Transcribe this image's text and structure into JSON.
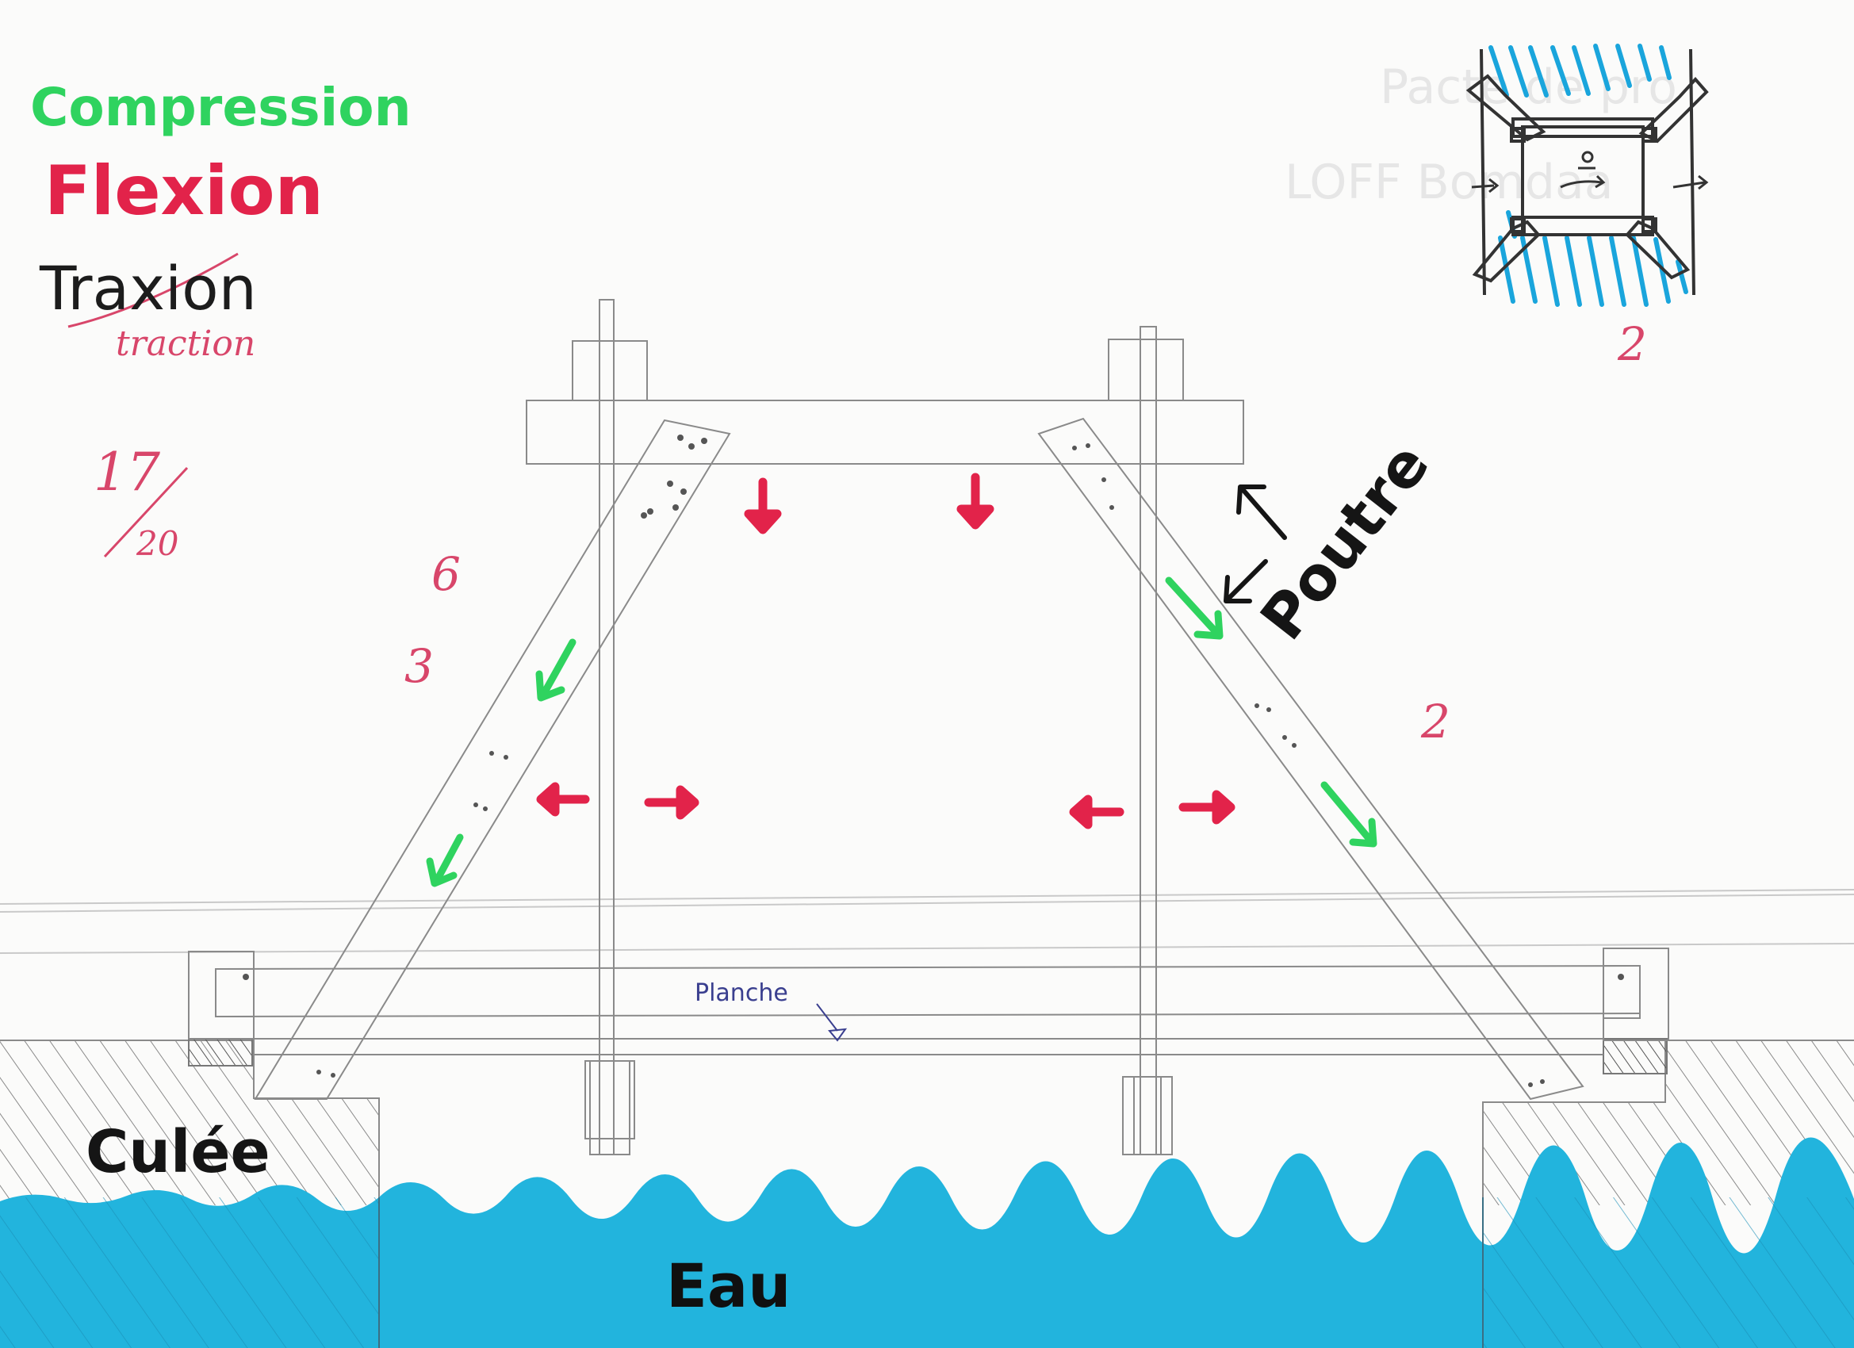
{
  "legend": {
    "compression": "Compression",
    "flexion": "Flexion",
    "traxion": "Traxion",
    "traction": "traction"
  },
  "grade": {
    "numerator": "17",
    "denominator": "20"
  },
  "scores": {
    "left_top": "6",
    "left_bottom": "3",
    "right": "2",
    "inset": "2"
  },
  "labels": {
    "poutre": "Poutre",
    "planche": "Planche",
    "culee": "Culée",
    "eau": "Eau"
  },
  "colors": {
    "compression": "#2fd35f",
    "flexion": "#e2234a",
    "annotation_red": "#d8466a",
    "water": "#22b4dd",
    "pencil": "#6e6e6e",
    "ink": "#151515"
  }
}
